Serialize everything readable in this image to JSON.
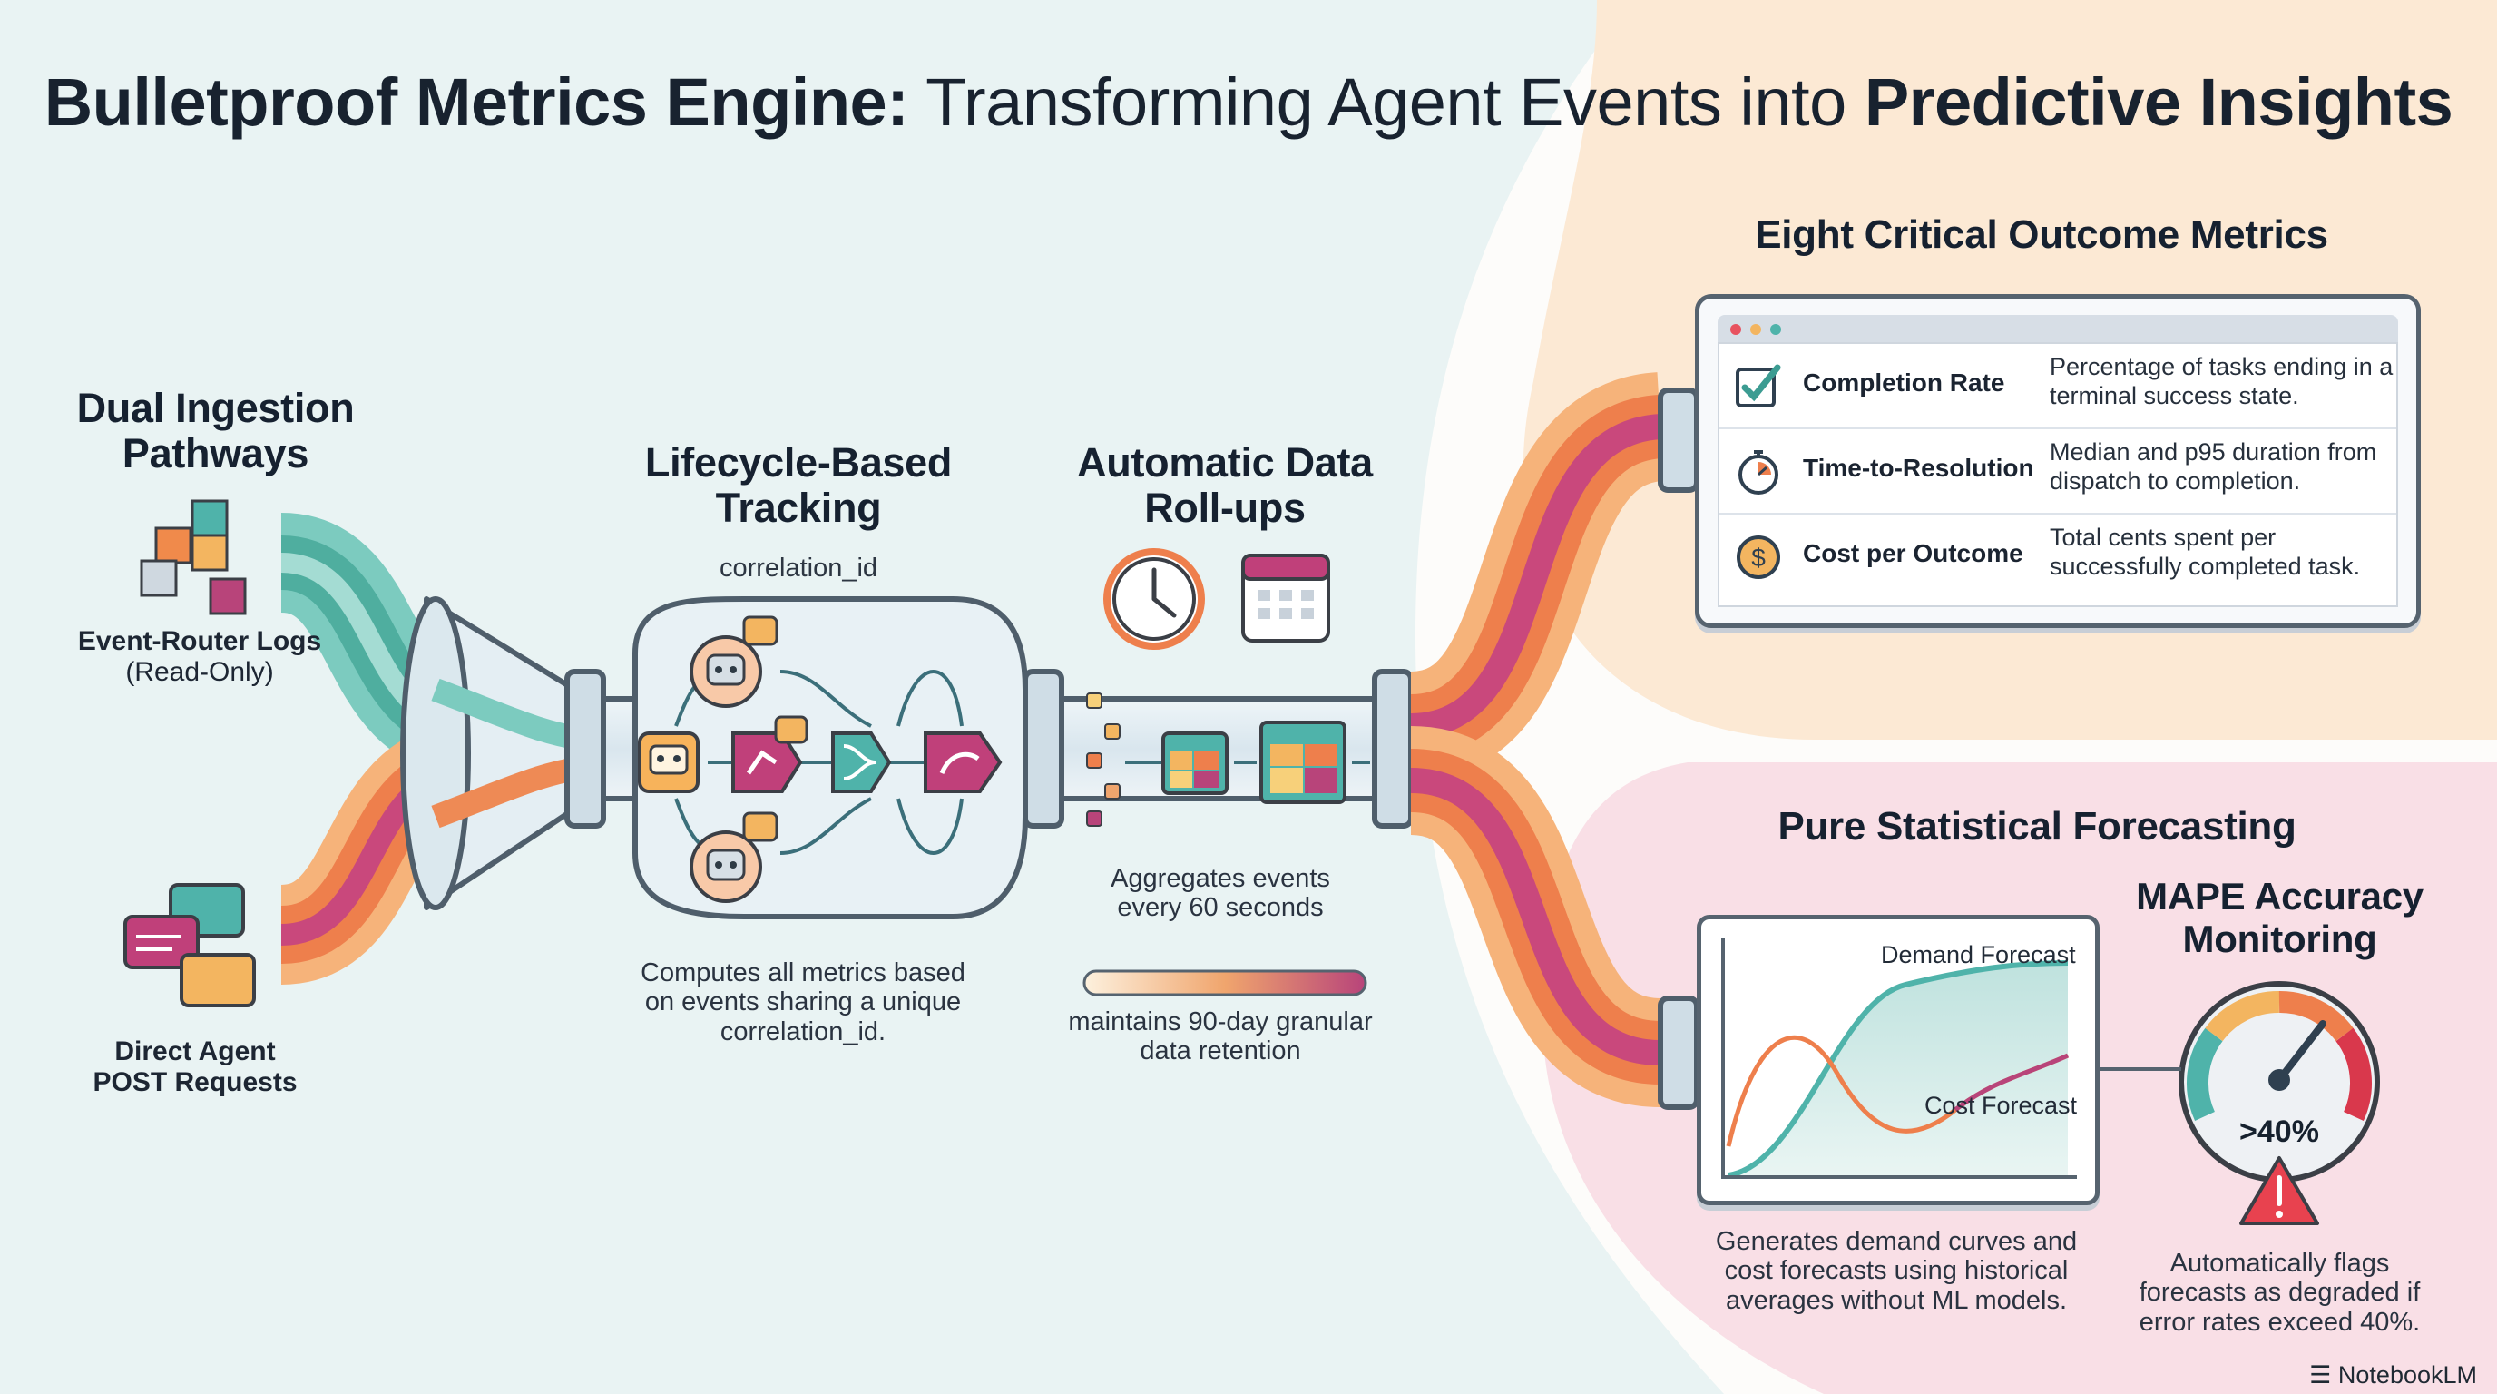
{
  "title": {
    "bold": "Bulletproof Metrics Engine:",
    "middle": " Transforming Agent Events into ",
    "bold_end": "Predictive Insights"
  },
  "ingestion": {
    "heading": "Dual Ingestion Pathways",
    "sources": [
      {
        "name": "Event-Router Logs",
        "note": "(Read-Only)",
        "icon": "cubes-icon"
      },
      {
        "name": "Direct Agent",
        "note": "POST Requests",
        "icon": "chat-bubbles-icon"
      }
    ]
  },
  "lifecycle": {
    "heading": "Lifecycle-Based Tracking",
    "label": "correlation_id",
    "caption": "Computes all metrics based on events sharing a unique correlation_id."
  },
  "rollups": {
    "heading": "Automatic Data Roll-ups",
    "caption1": "Aggregates events every 60 seconds",
    "caption2": "maintains 90-day granular data retention"
  },
  "metrics": {
    "heading": "Eight Critical Outcome Metrics",
    "items": [
      {
        "name": "Completion Rate",
        "desc": "Percentage of tasks ending in a terminal success state.",
        "icon": "checkbox-icon"
      },
      {
        "name": "Time-to-Resolution",
        "desc": "Median and p95 duration from dispatch to completion.",
        "icon": "stopwatch-icon"
      },
      {
        "name": "Cost per Outcome",
        "desc": "Total cents spent per successfully completed task.",
        "icon": "dollar-coin-icon"
      }
    ]
  },
  "forecasting": {
    "heading": "Pure Statistical Forecasting",
    "demand_label": "Demand Forecast",
    "cost_label": "Cost Forecast",
    "caption": "Generates demand curves and cost forecasts using historical averages without ML models."
  },
  "mape": {
    "heading": "MAPE Accuracy Monitoring",
    "gauge_value": ">40%",
    "caption": "Automatically flags forecasts as degraded if error rates exceed 40%."
  },
  "branding": {
    "logo": "NotebookLM"
  },
  "colors": {
    "teal": "#4fb0a4",
    "magenta": "#b8447a",
    "orange": "#f08a4b",
    "peach_bg": "#fbe8d3",
    "pink_bg": "#f8dfe6",
    "mint_bg": "#e7f2f1"
  }
}
